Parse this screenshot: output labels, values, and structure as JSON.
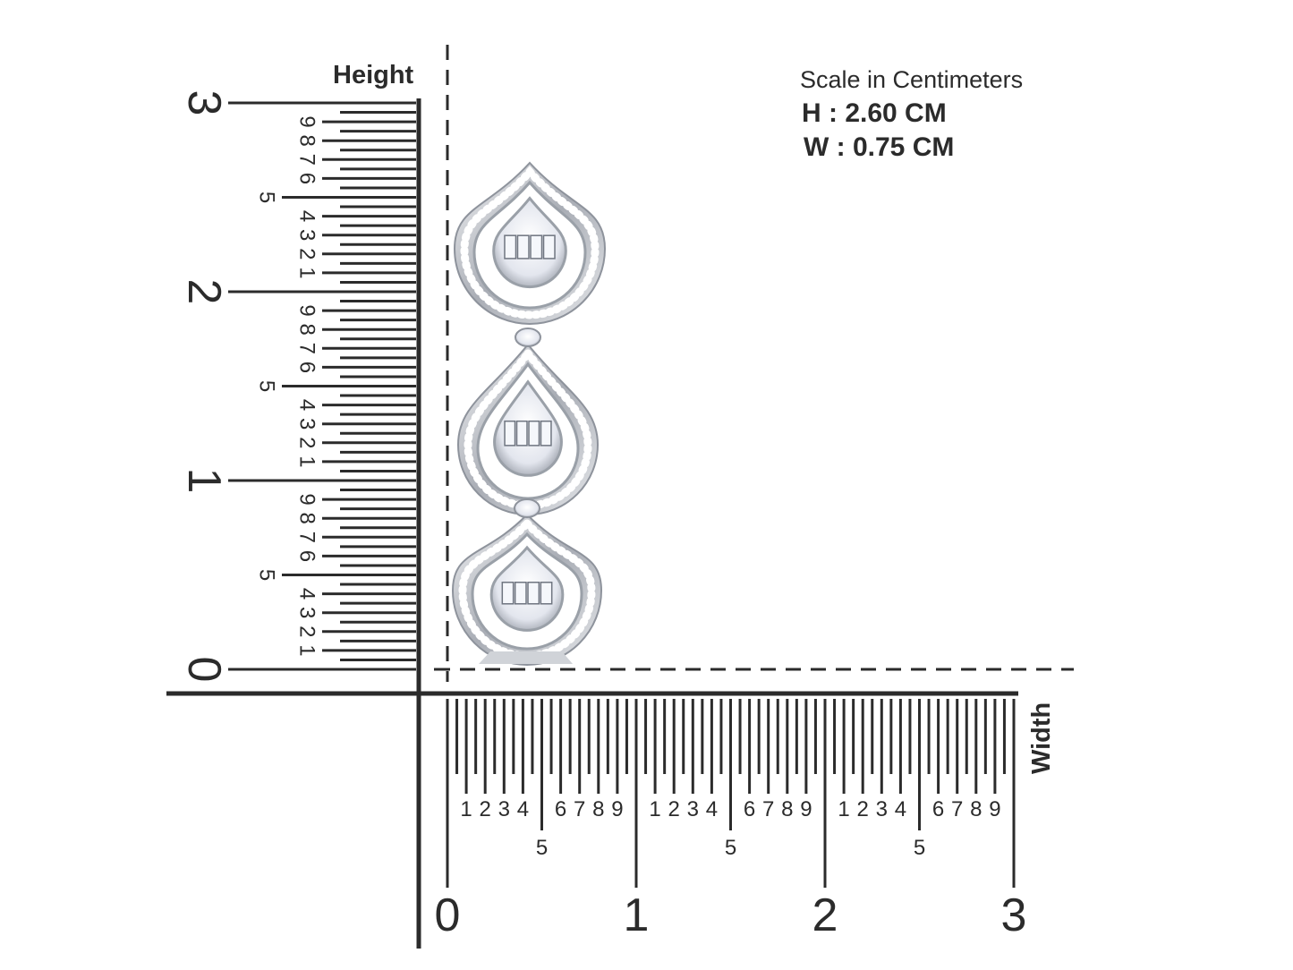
{
  "info_panel": {
    "title": "Scale in Centimeters",
    "height_label": "H : 2.60 CM",
    "width_label": "W : 0.75 CM"
  },
  "height_ruler": {
    "title": "Height",
    "major_labels": [
      "0",
      "1",
      "2",
      "3"
    ],
    "minor_labels": [
      "1",
      "2",
      "3",
      "4",
      "5",
      "6",
      "7",
      "8",
      "9"
    ],
    "unit": "cm",
    "range": [
      0,
      3
    ]
  },
  "width_ruler": {
    "title": "Width",
    "major_labels": [
      "0",
      "1",
      "2",
      "3"
    ],
    "minor_labels": [
      "1",
      "2",
      "3",
      "4",
      "5",
      "6",
      "7",
      "8",
      "9"
    ],
    "unit": "cm",
    "range": [
      0,
      3
    ]
  },
  "product": {
    "description": "Three-tier pear-shaped diamond halo drop earring with baguette centers, white gold"
  },
  "colors": {
    "ink": "#2b2b2b",
    "background": "#ffffff",
    "metal": "#c9cbd0",
    "diamond": "#eef0f5"
  }
}
